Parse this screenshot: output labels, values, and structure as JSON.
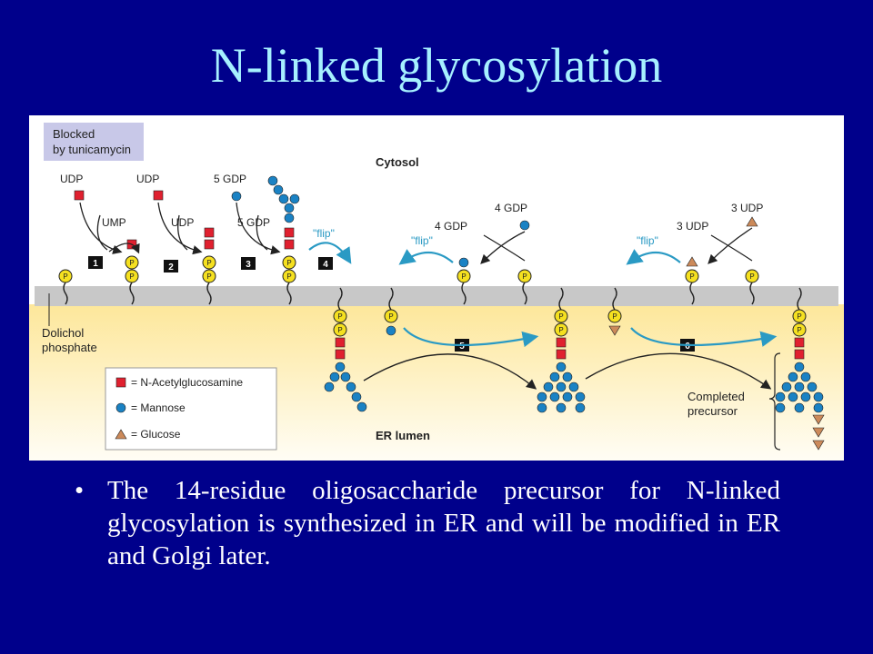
{
  "title": "N-linked glycosylation",
  "diagram": {
    "blocked_line1": "Blocked",
    "blocked_line2": "by tunicamycin",
    "cytosol": "Cytosol",
    "er_lumen": "ER lumen",
    "dolichol_line1": "Dolichol",
    "dolichol_line2": "phosphate",
    "completed_line1": "Completed",
    "completed_line2": "precursor",
    "udp": "UDP",
    "ump": "UMP",
    "gdp5": "5 GDP",
    "gdp4": "4 GDP",
    "udp3": "3 UDP",
    "flip": "\"flip\"",
    "phosphate": "P",
    "steps": [
      "1",
      "2",
      "3",
      "4",
      "5",
      "6"
    ],
    "legend": {
      "glcnac": "= N-Acetylglucosamine",
      "mannose": "= Mannose",
      "glucose": "= Glucose"
    },
    "colors": {
      "glcnac": "#e0202f",
      "mannose": "#1a82c4",
      "glucose": "#cc8a5a",
      "phosphate": "#f5e020",
      "flip": "#2a9ac4",
      "membrane": "#c8c8c8",
      "lumen": "#fdeeb0",
      "blocked_box": "#c8c8e8"
    }
  },
  "bullet": {
    "marker": "•",
    "text": "The 14-residue oligosaccharide precursor for N-linked glycosylation is synthesized in ER and will be modified in ER and Golgi later."
  }
}
